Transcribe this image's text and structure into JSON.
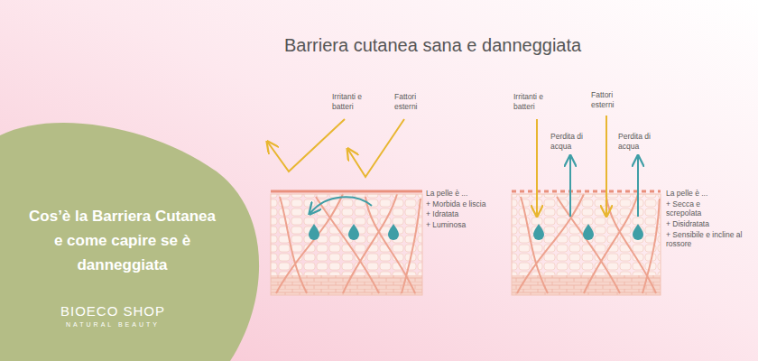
{
  "diagram": {
    "title": "Barriera cutanea sana e danneggiata",
    "nodes": [
      {
        "text": [
          "Cos’è la Barriera Cutanea e come capire se è danneggiata"
        ]
      }
    ],
    "labels": [
      "BIOECO SHOP",
      "NATURAL BEAUTY",
      "Irritanti e batteri",
      "Fattori esterni",
      "La pelle è ...",
      "+ Morbida e liscia",
      "+ Idratata",
      "+ Luminosa",
      "Irritanti e batteri",
      "Fattori esterni",
      "Perdita di acqua",
      "Perdita di acqua",
      "La pelle è ...",
      "+ Secca e screpolata",
      "+ Disidratata",
      "+ Sensibile e incline al rossore"
    ]
  }
}
